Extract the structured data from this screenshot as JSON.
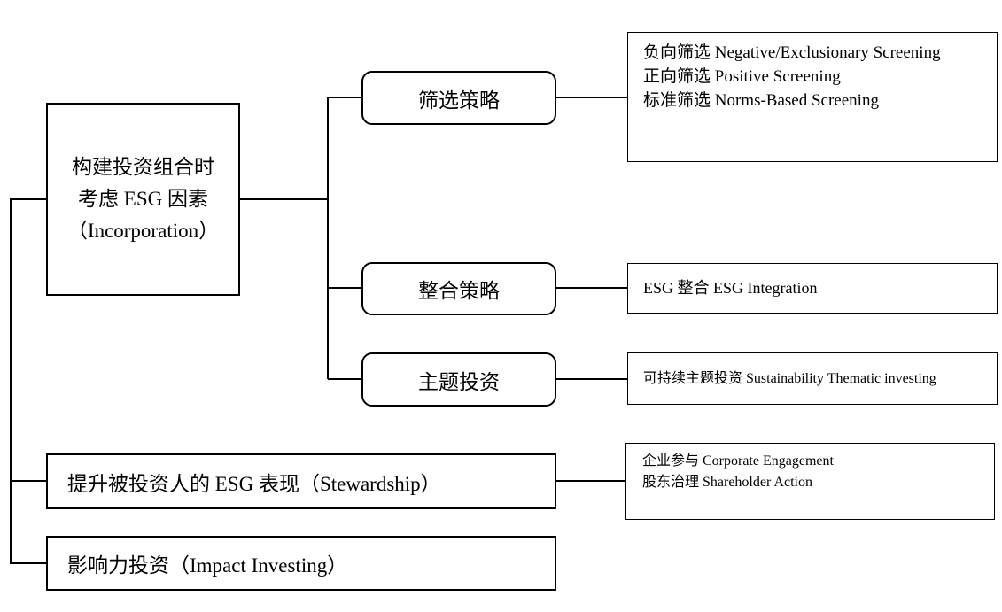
{
  "root": {
    "line1": "构建投资组合时",
    "line2": "考虑 ESG 因素",
    "line3": "（Incorporation）"
  },
  "strategies": [
    {
      "label": "筛选策略"
    },
    {
      "label": "整合策略"
    },
    {
      "label": "主题投资"
    }
  ],
  "screening": {
    "lines": [
      "负向筛选  Negative/Exclusionary Screening",
      "正向筛选  Positive Screening",
      "标准筛选  Norms-Based Screening"
    ]
  },
  "integration": {
    "text": "ESG 整合  ESG Integration"
  },
  "thematic": {
    "text": "可持续主题投资 Sustainability Thematic investing"
  },
  "stewardship": {
    "label": "提升被投资人的 ESG 表现（Stewardship）",
    "lines": [
      "企业参与  Corporate Engagement",
      "股东治理  Shareholder Action"
    ]
  },
  "impact": {
    "label": "影响力投资（Impact Investing）"
  }
}
